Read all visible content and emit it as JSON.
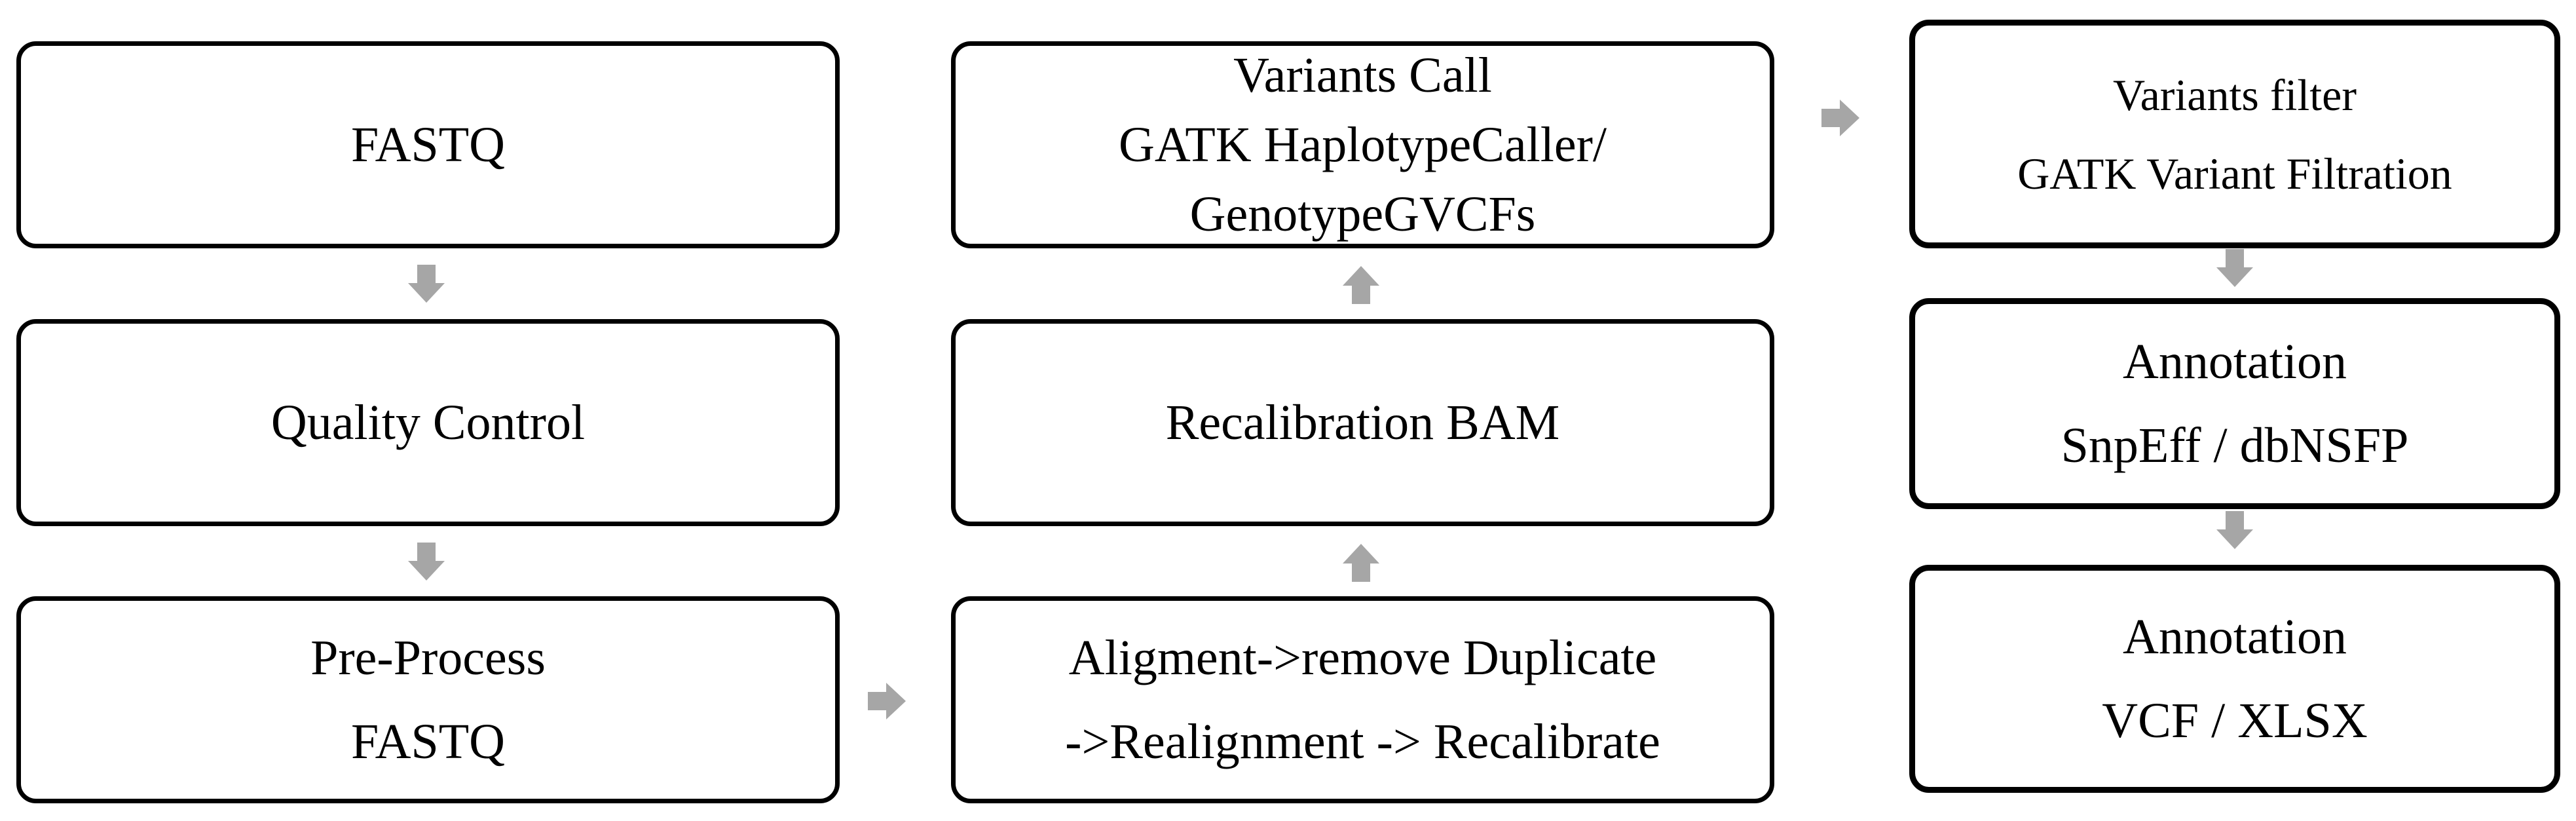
{
  "diagram": {
    "colors": {
      "box_border": "#000000",
      "box_fill": "#ffffff",
      "text": "#000000",
      "arrow": "#a6a6a6"
    },
    "nodes": [
      {
        "id": "fastq",
        "lines": [
          "FASTQ"
        ]
      },
      {
        "id": "quality-control",
        "lines": [
          "Quality Control"
        ]
      },
      {
        "id": "pre-process",
        "lines": [
          "Pre-Process",
          "FASTQ"
        ]
      },
      {
        "id": "alignment",
        "lines": [
          "Aligment->remove Duplicate",
          "->Realignment -> Recalibrate"
        ]
      },
      {
        "id": "recalibration-bam",
        "lines": [
          "Recalibration BAM"
        ]
      },
      {
        "id": "variants-call",
        "lines": [
          "Variants Call",
          "GATK HaplotypeCaller/",
          "GenotypeGVCFs"
        ]
      },
      {
        "id": "variants-filter",
        "lines": [
          "Variants filter",
          "GATK Variant Filtration"
        ]
      },
      {
        "id": "annotation-snpeff",
        "lines": [
          "Annotation",
          "SnpEff / dbNSFP"
        ]
      },
      {
        "id": "annotation-output",
        "lines": [
          "Annotation",
          "VCF / XLSX"
        ]
      }
    ],
    "edges": [
      {
        "from": "fastq",
        "to": "quality-control",
        "direction": "down"
      },
      {
        "from": "quality-control",
        "to": "pre-process",
        "direction": "down"
      },
      {
        "from": "pre-process",
        "to": "alignment",
        "direction": "right"
      },
      {
        "from": "alignment",
        "to": "recalibration-bam",
        "direction": "up"
      },
      {
        "from": "recalibration-bam",
        "to": "variants-call",
        "direction": "up"
      },
      {
        "from": "variants-call",
        "to": "variants-filter",
        "direction": "right"
      },
      {
        "from": "variants-filter",
        "to": "annotation-snpeff",
        "direction": "down"
      },
      {
        "from": "annotation-snpeff",
        "to": "annotation-output",
        "direction": "down"
      }
    ]
  }
}
